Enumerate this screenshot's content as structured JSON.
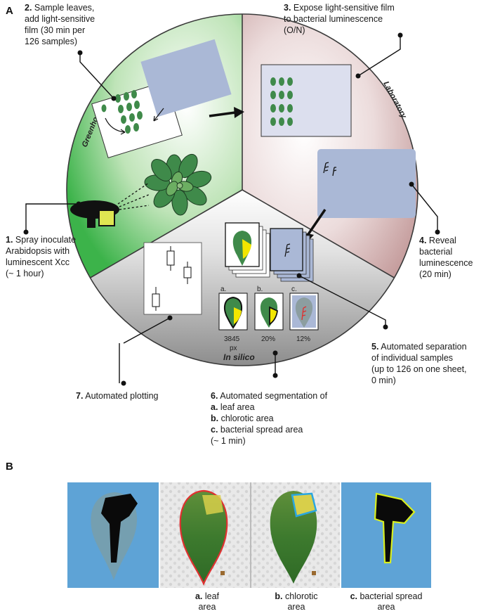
{
  "panels": {
    "a": "A",
    "b": "B"
  },
  "sectors": {
    "greenhouse": "Greenhouse",
    "laboratory": "Laboratory",
    "insilico": "In silico"
  },
  "steps": [
    {
      "num": "1.",
      "lines": [
        "Spray inoculate",
        "Arabidopsis with",
        "luminescent Xcc",
        "(~ 1 hour)"
      ]
    },
    {
      "num": "2.",
      "lines": [
        "Sample leaves,",
        "add light-sensitive",
        "film (30 min per",
        "126 samples)"
      ]
    },
    {
      "num": "3.",
      "lines": [
        "Expose light-sensitive film",
        "to bacterial luminescence",
        "(O/N)"
      ]
    },
    {
      "num": "4.",
      "lines": [
        "Reveal",
        "bacterial",
        "luminescence",
        "(20 min)"
      ]
    },
    {
      "num": "5.",
      "lines": [
        "Automated separation",
        "of individual samples",
        "(up to 126 on one sheet,",
        "0 min)"
      ]
    },
    {
      "num": "6.",
      "lines": [
        "Automated segmentation of"
      ]
    },
    {
      "num": "7.",
      "lines": [
        "Automated plotting"
      ]
    }
  ],
  "segmentation_items": [
    {
      "letter": "a.",
      "text": "leaf area"
    },
    {
      "letter": "b.",
      "text": "chlorotic area"
    },
    {
      "letter": "c.",
      "text": "bacterial spread area"
    }
  ],
  "segmentation_time": "(~ 1 min)",
  "segment_cards": [
    {
      "letter": "a.",
      "value": "3845",
      "unit": "px"
    },
    {
      "letter": "b.",
      "value": "20%"
    },
    {
      "letter": "c.",
      "value": "12%"
    }
  ],
  "panel_b_captions": [
    {
      "letter": "a.",
      "line1": "leaf",
      "line2": "area"
    },
    {
      "letter": "b.",
      "line1": "chlorotic",
      "line2": "area"
    },
    {
      "letter": "c.",
      "line1": "bacterial spread",
      "line2": "area"
    }
  ],
  "colors": {
    "greenhouse": "#3cb34a",
    "laboratory": "#c9a0a0",
    "insilico": "#8d8d8d",
    "film": "#aab8d6",
    "leaf": "#3f8a4a",
    "chlorotic": "#f2e600",
    "outline_red": "#e03030",
    "outline_blue": "#2aa6e0",
    "outline_yellow": "#d8ee20"
  }
}
